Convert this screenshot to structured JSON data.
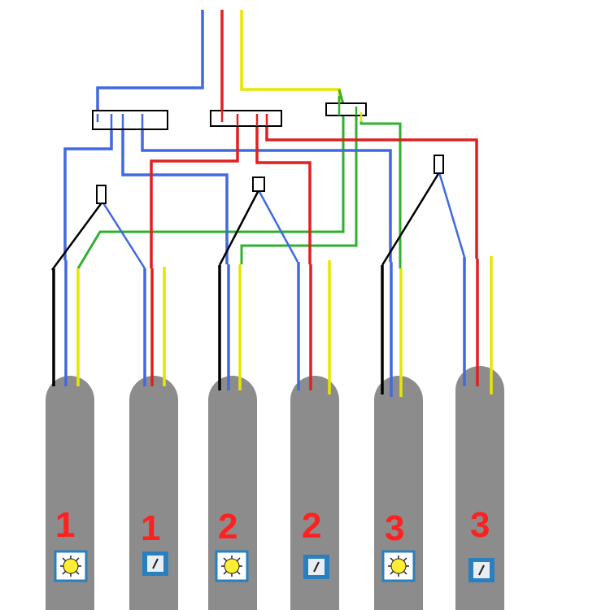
{
  "colors": {
    "background": "#ffffff",
    "cable": "#8c8c8c",
    "neutral": "#4169e1",
    "phase": "#e02020",
    "earth": "#e6e600",
    "switched_live": "#000000",
    "bridge": "#30b030",
    "label": "#ff2020",
    "lamp_icon_frame": "#2a7fbf",
    "lamp_icon_bulb": "#ffee33",
    "switch_icon_frame": "#2a7fbf"
  },
  "cables": [
    {
      "number": "1",
      "device": "lamp",
      "icon": "light-bulb-icon"
    },
    {
      "number": "1",
      "device": "switch",
      "icon": "switch-icon"
    },
    {
      "number": "2",
      "device": "lamp",
      "icon": "light-bulb-icon"
    },
    {
      "number": "2",
      "device": "switch",
      "icon": "switch-icon"
    },
    {
      "number": "3",
      "device": "lamp",
      "icon": "light-bulb-icon"
    },
    {
      "number": "3",
      "device": "switch",
      "icon": "switch-icon"
    }
  ],
  "supply_wires": [
    "neutral",
    "phase",
    "earth"
  ],
  "junction_blocks": [
    "neutral-block",
    "phase-block",
    "earth-block"
  ],
  "switch_contacts": 3
}
